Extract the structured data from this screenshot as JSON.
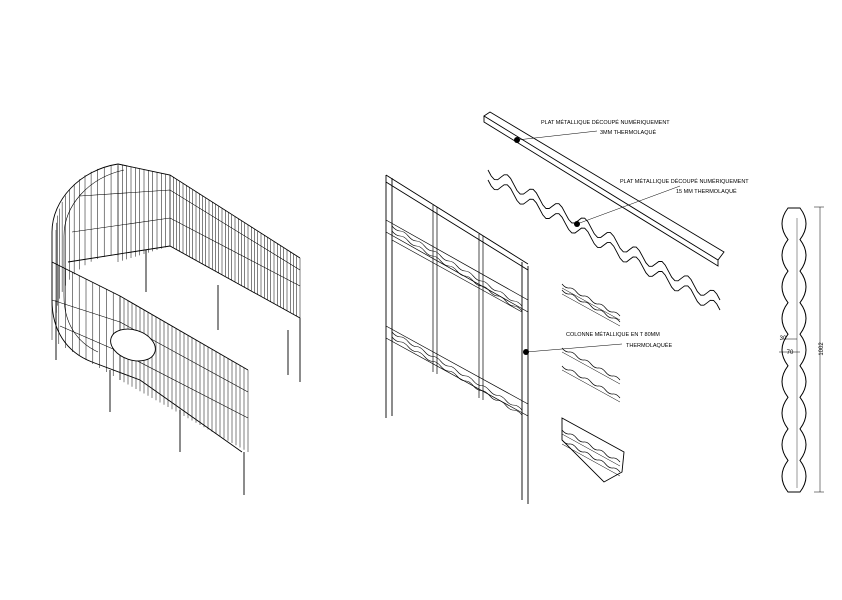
{
  "colors": {
    "ink": "#000000",
    "paper": "#ffffff"
  },
  "callouts": {
    "plate_3mm": {
      "line1": "PLAT MÉTALLIQUE DÉCOUPÉ NUMÉRIQUEMENT",
      "line2": "3MM THERMOLAQUÉ"
    },
    "plate_15mm": {
      "line1": "PLAT MÉTALLIQUE DÉCOUPÉ NUMÉRIQUEMENT",
      "line2": "15 MM THERMOLAQUÉ"
    },
    "column": {
      "line1": "COLONNE MÉTALLIQUE EN T 80MM",
      "line2": "THERMOLAQUÉE"
    }
  },
  "profile_dimensions": {
    "inner": "30",
    "outer": "70",
    "height": "1002"
  }
}
